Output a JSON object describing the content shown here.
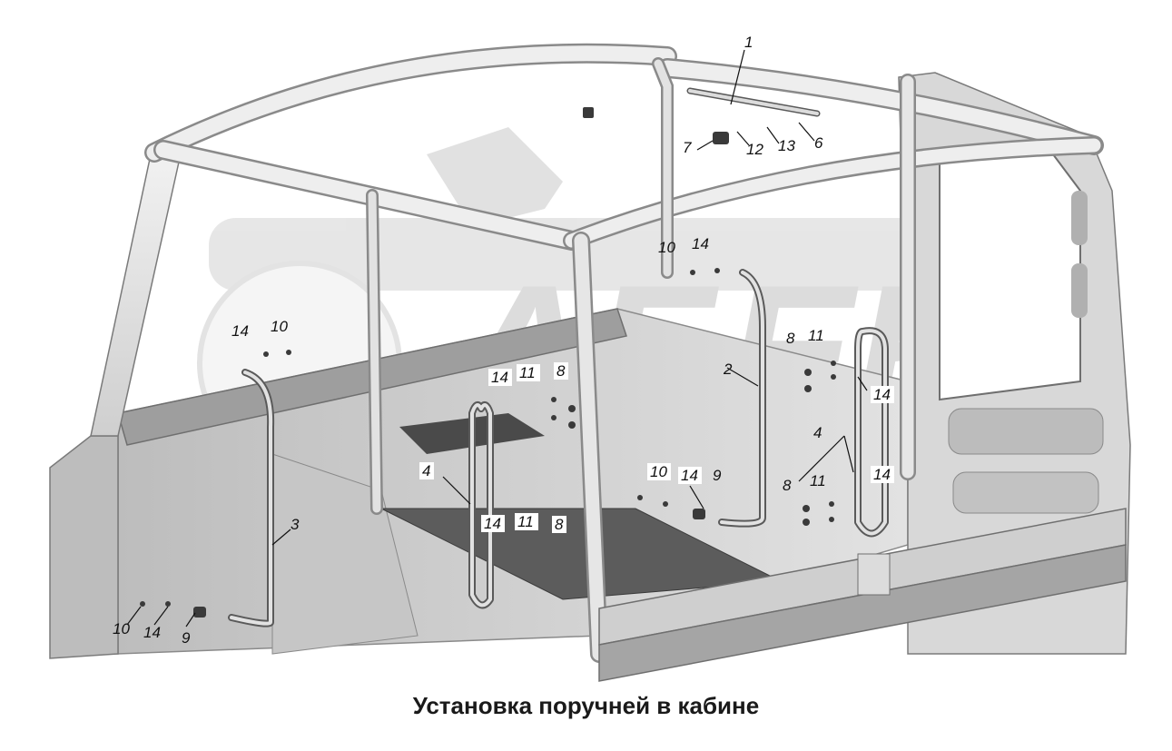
{
  "caption": "Установка поручней в кабине",
  "watermark": {
    "text": "АБЕК",
    "color": "#d9d9d9"
  },
  "colors": {
    "frame": "#e6e6e6",
    "frame_edge": "#7a7a7a",
    "panel": "#cfcfcf",
    "panel_dark": "#a8a8a8",
    "rail": "#bdbdbd",
    "ink": "#111111"
  },
  "callouts": [
    {
      "id": "c1",
      "text": "1"
    },
    {
      "id": "c7",
      "text": "7"
    },
    {
      "id": "c12",
      "text": "12"
    },
    {
      "id": "c13",
      "text": "13"
    },
    {
      "id": "c6",
      "text": "6"
    },
    {
      "id": "c10a",
      "text": "10"
    },
    {
      "id": "c14a",
      "text": "14"
    },
    {
      "id": "c14b",
      "text": "14"
    },
    {
      "id": "c10b",
      "text": "10"
    },
    {
      "id": "c8a",
      "text": "8"
    },
    {
      "id": "c11a",
      "text": "11"
    },
    {
      "id": "c2",
      "text": "2"
    },
    {
      "id": "c14c",
      "text": "14"
    },
    {
      "id": "c4a",
      "text": "4"
    },
    {
      "id": "c14d",
      "text": "14"
    },
    {
      "id": "c11b",
      "text": "11"
    },
    {
      "id": "c8b",
      "text": "8"
    },
    {
      "id": "c4b",
      "text": "4"
    },
    {
      "id": "c10c",
      "text": "10"
    },
    {
      "id": "c14e",
      "text": "14"
    },
    {
      "id": "c9a",
      "text": "9"
    },
    {
      "id": "c8c",
      "text": "8"
    },
    {
      "id": "c11c",
      "text": "11"
    },
    {
      "id": "c14f",
      "text": "14"
    },
    {
      "id": "c3",
      "text": "3"
    },
    {
      "id": "c14g",
      "text": "14"
    },
    {
      "id": "c11d",
      "text": "11"
    },
    {
      "id": "c8d",
      "text": "8"
    },
    {
      "id": "c10d",
      "text": "10"
    },
    {
      "id": "c14h",
      "text": "14"
    },
    {
      "id": "c9b",
      "text": "9"
    }
  ]
}
